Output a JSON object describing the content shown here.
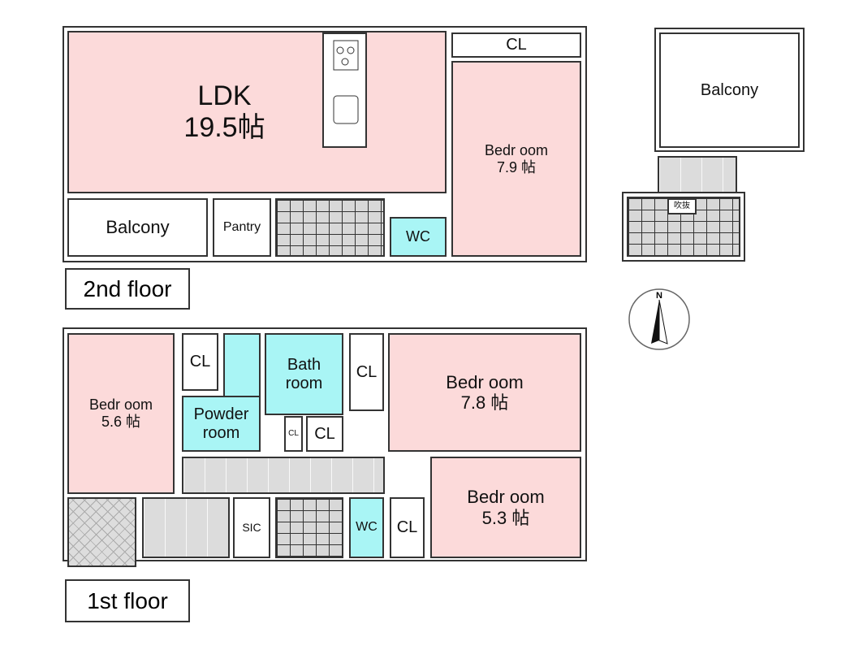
{
  "second_floor": {
    "label": "2nd floor",
    "ldk": {
      "name": "LDK",
      "size": "19.5帖"
    },
    "closet_top": "CL",
    "bedroom": {
      "name": "Bedr oom",
      "size": "7.9 帖"
    },
    "balcony": "Balcony",
    "pantry": "Pantry",
    "wc": "WC",
    "balcony_right": "Balcony",
    "void": "吹抜"
  },
  "first_floor": {
    "label": "1st floor",
    "bedroom_left": {
      "name": "Bedr oom",
      "size": "5.6 帖"
    },
    "cl1": "CL",
    "powder_room": {
      "line1": "Powder",
      "line2": "room"
    },
    "bath_room": {
      "line1": "Bath",
      "line2": "room"
    },
    "cl2": "CL",
    "bedroom_right_top": {
      "name": "Bedr oom",
      "size": "7.8 帖"
    },
    "cl_small": "CL",
    "cl3": "CL",
    "sic": "SIC",
    "wc": "WC",
    "cl4": "CL",
    "bedroom_right_bottom": {
      "name": "Bedr oom",
      "size": "5.3 帖"
    }
  },
  "compass": {
    "north": "N"
  }
}
